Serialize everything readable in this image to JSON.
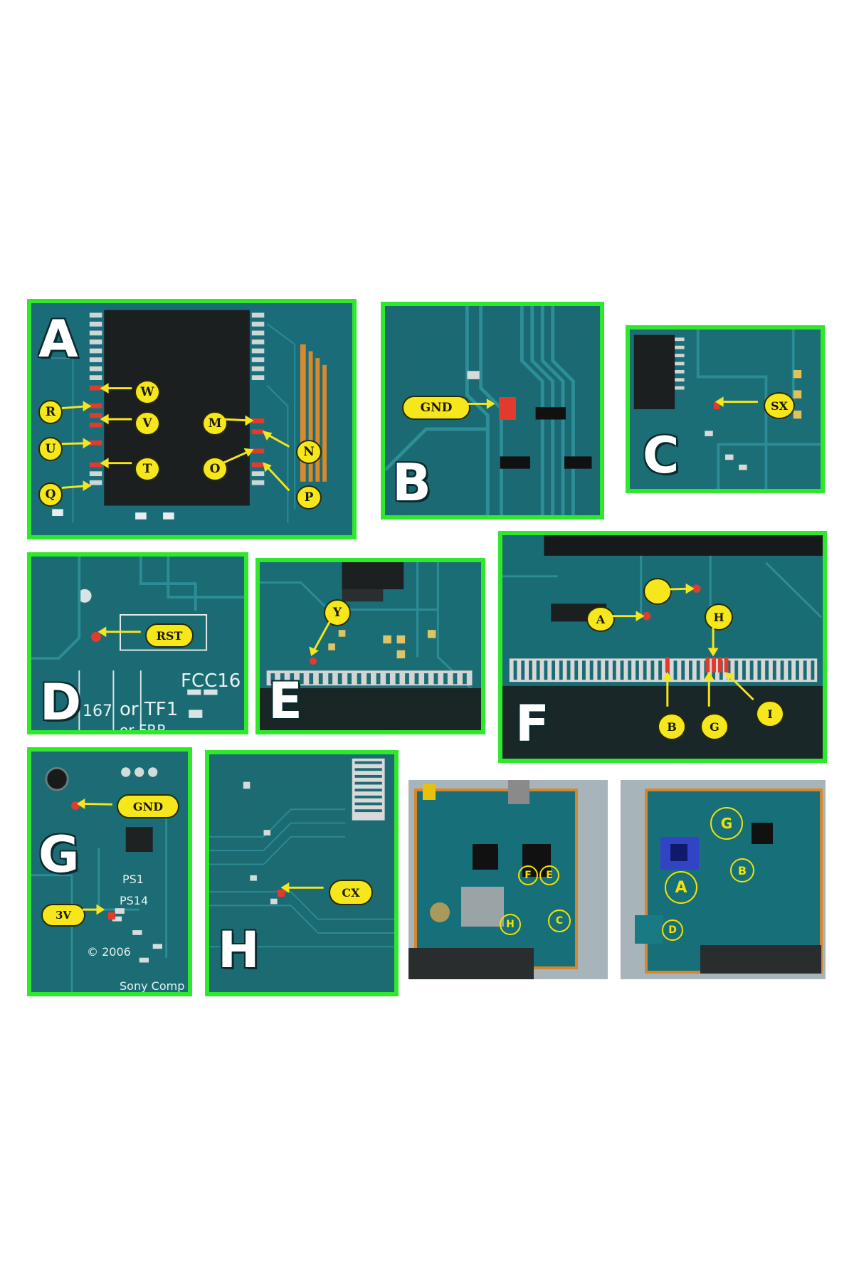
{
  "panels": {
    "a": {
      "letter": "A",
      "callouts": {
        "w": "W",
        "v": "V",
        "r": "R",
        "u": "U",
        "t": "T",
        "q": "Q",
        "m": "M",
        "n": "N",
        "o": "O",
        "p": "P"
      }
    },
    "b": {
      "letter": "B",
      "callouts": {
        "gnd": "GND"
      }
    },
    "c": {
      "letter": "C",
      "callouts": {
        "sx": "SX"
      }
    },
    "d": {
      "letter": "D",
      "callouts": {
        "rst": "RST"
      },
      "silk": {
        "fcc": "FCC16",
        "line": "or TF1",
        "line2": "or FRR",
        "prefix": "167"
      }
    },
    "e": {
      "letter": "E",
      "callouts": {
        "y": "Y"
      }
    },
    "f": {
      "letter": "F",
      "callouts": {
        "a": "A",
        "h": "H",
        "b": "B",
        "g": "G",
        "i": "I"
      }
    },
    "g": {
      "letter": "G",
      "callouts": {
        "gnd": "GND",
        "v3": "3V"
      },
      "silk": {
        "ps1": "PS1",
        "ps14": "PS14",
        "copyright": "© 2006",
        "sony": "Sony Comp"
      }
    },
    "h": {
      "letter": "H",
      "callouts": {
        "cx": "CX"
      }
    }
  },
  "overview_left": {
    "labels": [
      "F",
      "E",
      "H",
      "C"
    ]
  },
  "overview_right": {
    "labels": [
      "G",
      "B",
      "A",
      "D"
    ]
  },
  "colors": {
    "frame": "#2fe82b",
    "board": "#1c6f77",
    "callout": "#f6e61c",
    "pad": "#e23b2d"
  }
}
